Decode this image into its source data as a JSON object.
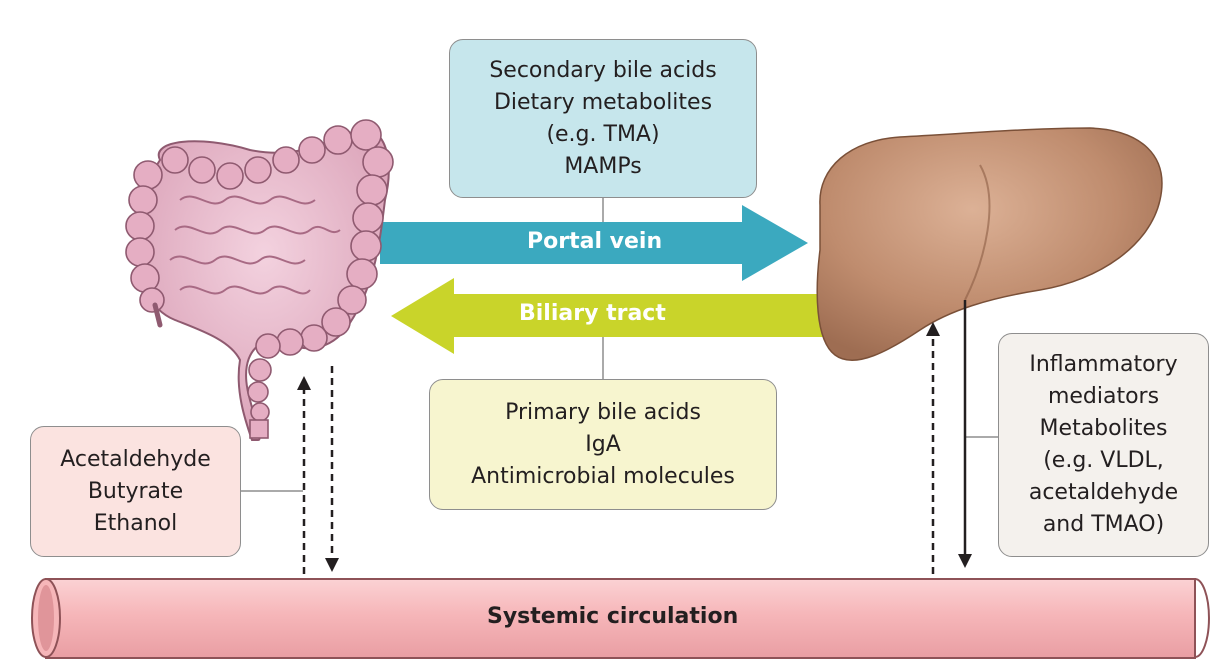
{
  "portal_box": {
    "lines": [
      "Secondary bile acids",
      "Dietary metabolites",
      "(e.g. TMA)",
      "MAMPs"
    ]
  },
  "portal_arrow": {
    "label": "Portal vein",
    "color": "#3ba9bf"
  },
  "biliary_arrow": {
    "label": "Biliary tract",
    "color": "#c9d42a"
  },
  "biliary_box": {
    "lines": [
      "Primary bile acids",
      "IgA",
      "Antimicrobial molecules"
    ]
  },
  "gut_box": {
    "lines": [
      "Acetaldehyde",
      "Butyrate",
      "Ethanol"
    ]
  },
  "liver_box": {
    "lines": [
      "Inflammatory",
      "mediators",
      "Metabolites",
      "(e.g. VLDL,",
      "acetaldehyde",
      "and TMAO)"
    ]
  },
  "systemic": {
    "label": "Systemic circulation",
    "color": "#f6b6b9"
  },
  "organs": {
    "gut": "intestine-illustration",
    "liver": "liver-illustration"
  },
  "colors": {
    "gut": "#dca3b8",
    "liver": "#b98569"
  }
}
